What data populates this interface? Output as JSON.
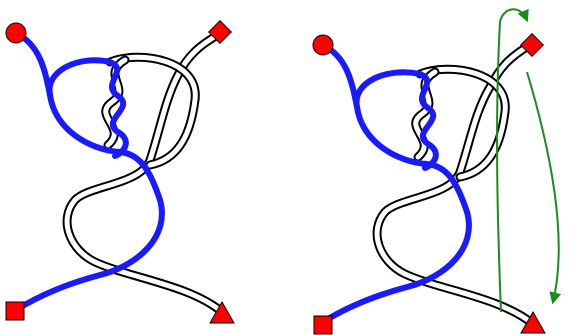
{
  "figure": {
    "panels": [
      {
        "id": "left",
        "strands": [
          "blue",
          "white"
        ],
        "end_markers": [
          "circle",
          "diamond",
          "square",
          "triangle"
        ]
      },
      {
        "id": "right",
        "strands": [
          "blue",
          "white"
        ],
        "end_markers": [
          "circle",
          "diamond",
          "square",
          "triangle"
        ],
        "move_arrows": 2
      }
    ]
  },
  "colors": {
    "blue": "#1a1aff",
    "marker": "#ff0000",
    "arrow": "#1a8c1a",
    "outline": "#000000",
    "background": "#ffffff"
  }
}
